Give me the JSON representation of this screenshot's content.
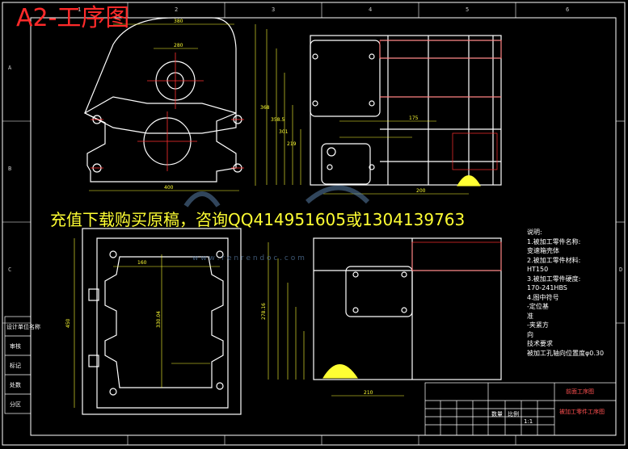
{
  "sheet": {
    "title": "A2-工序图",
    "banner": "充值下载购买原稿，咨询QQ414951605或1304139763",
    "watermark_url": "w w w . r e n r e n d o c . c o m"
  },
  "zones_top": [
    "1",
    "2",
    "3",
    "4",
    "5",
    "6"
  ],
  "zones_side": [
    "A",
    "B",
    "C",
    "D"
  ],
  "notes": {
    "heading": "说明:",
    "lines": [
      "1.被加工零件名称:",
      "  变速箱壳体",
      "2.被加工零件材料:",
      "  HT150",
      "3.被加工零件硬度:",
      "  170-241HBS",
      "4.图中符号",
      "      -定位基",
      "准",
      "      -夹紧方",
      "向",
      "    技术要求",
      "  被加工孔轴向位置度φ0.30"
    ]
  },
  "title_block": {
    "name_top": "前面工序图",
    "name_bottom": "被加工零件工序图",
    "cells": [
      "数量",
      "比例",
      "1:1"
    ]
  },
  "side_block": [
    "设计单位名称",
    "审核",
    "标记",
    "处数",
    "分区"
  ],
  "dims": {
    "top_left_width": "380",
    "top_left_inner": "280",
    "top_left_bottom": "400",
    "right_top_height": "368",
    "r1": "175",
    "r2": "358.5",
    "r3": "301",
    "r4": "219",
    "r5": "200",
    "bot_left_w": "160",
    "bot_left_h1": "450",
    "bot_left_h2": "330.04",
    "bot_right_h": "278.16",
    "bot_right_w": "210"
  }
}
